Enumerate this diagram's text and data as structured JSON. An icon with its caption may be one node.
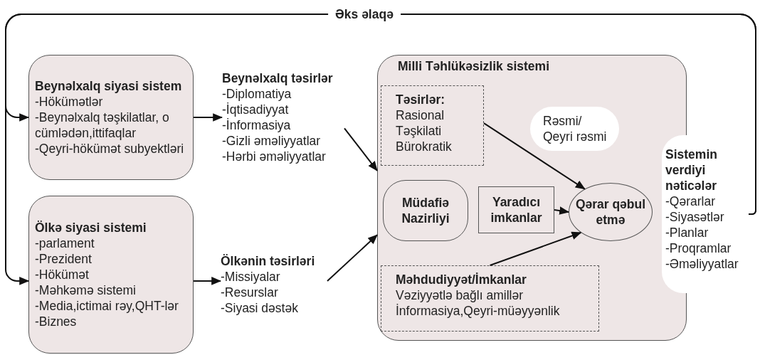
{
  "diagram": {
    "nodes": [
      {
        "text": [
          "Beynəlxalq siyasi sistem",
          "-Hökümətlər",
          "-Beynəlxalq təşkilatlar, o cümlədən,ittifaqlar",
          "-Qeyri-hökümət subyektləri"
        ]
      },
      {
        "text": [
          "Beynəlxalq təsirlər",
          "-Diplomatiya",
          "-İqtisadiyyat",
          "-İnformasiya",
          "-Gizli əməliyyatlar",
          "-Hərbi əməliyyatlar"
        ]
      },
      {
        "text": [
          "Ölkə siyasi sistemi",
          "-parlament",
          "-Prezident",
          "-Hökümət",
          "-Məhkəmə sistemi",
          "-Media,ictimai rəy,QHT-lər",
          "-Biznes"
        ]
      },
      {
        "text": [
          "Ölkənin təsirləri",
          "-Missiyalar",
          "-Resurslar",
          "-Siyasi dəstək"
        ]
      },
      {
        "text": [
          "Milli Təhlükəsizlik sistemi"
        ]
      },
      {
        "text": [
          "Təsirlər:",
          "Rasional",
          "Təşkilati",
          "Bürokratik"
        ],
        "in": 4
      },
      {
        "text": [
          "Rəsmi/ Qeyri rəsmi"
        ],
        "in": 4
      },
      {
        "text": [
          "Müdafiə Nazirliyi"
        ],
        "in": 4
      },
      {
        "text": [
          "Yaradıcı imkanlar"
        ],
        "in": 4
      },
      {
        "text": [
          "Qərar qəbul etmə"
        ],
        "in": 4
      },
      {
        "text": [
          "Məhdudiyyət/İmkanlar",
          "Vəziyyətlə bağlı amillər",
          "İnformasiya,Qeyri-müəyyənlik"
        ],
        "in": 4
      },
      {
        "text": [
          "Sistemin verdiyi nəticələr",
          "-Qərarlar",
          "-Siyasətlər",
          "-Planlar",
          "-Proqramlar",
          "-Əməliyyatlar"
        ]
      }
    ],
    "edges": [
      {
        "from": 0,
        "to": 1,
        "arrow": "to"
      },
      {
        "from": 1,
        "to": 4,
        "arrow": "to"
      },
      {
        "from": 2,
        "to": 3,
        "arrow": "to"
      },
      {
        "from": 3,
        "to": 4,
        "arrow": "to"
      },
      {
        "from": 5,
        "to": 9,
        "arrow": "to"
      },
      {
        "from": 8,
        "to": 9,
        "arrow": "to"
      },
      {
        "from": 10,
        "to": 9,
        "arrow": "to"
      },
      {
        "from": 11,
        "to": 0,
        "arrow": "to",
        "label": "Əks əlaqə"
      },
      {
        "from": 11,
        "to": 2,
        "arrow": "to"
      }
    ]
  }
}
